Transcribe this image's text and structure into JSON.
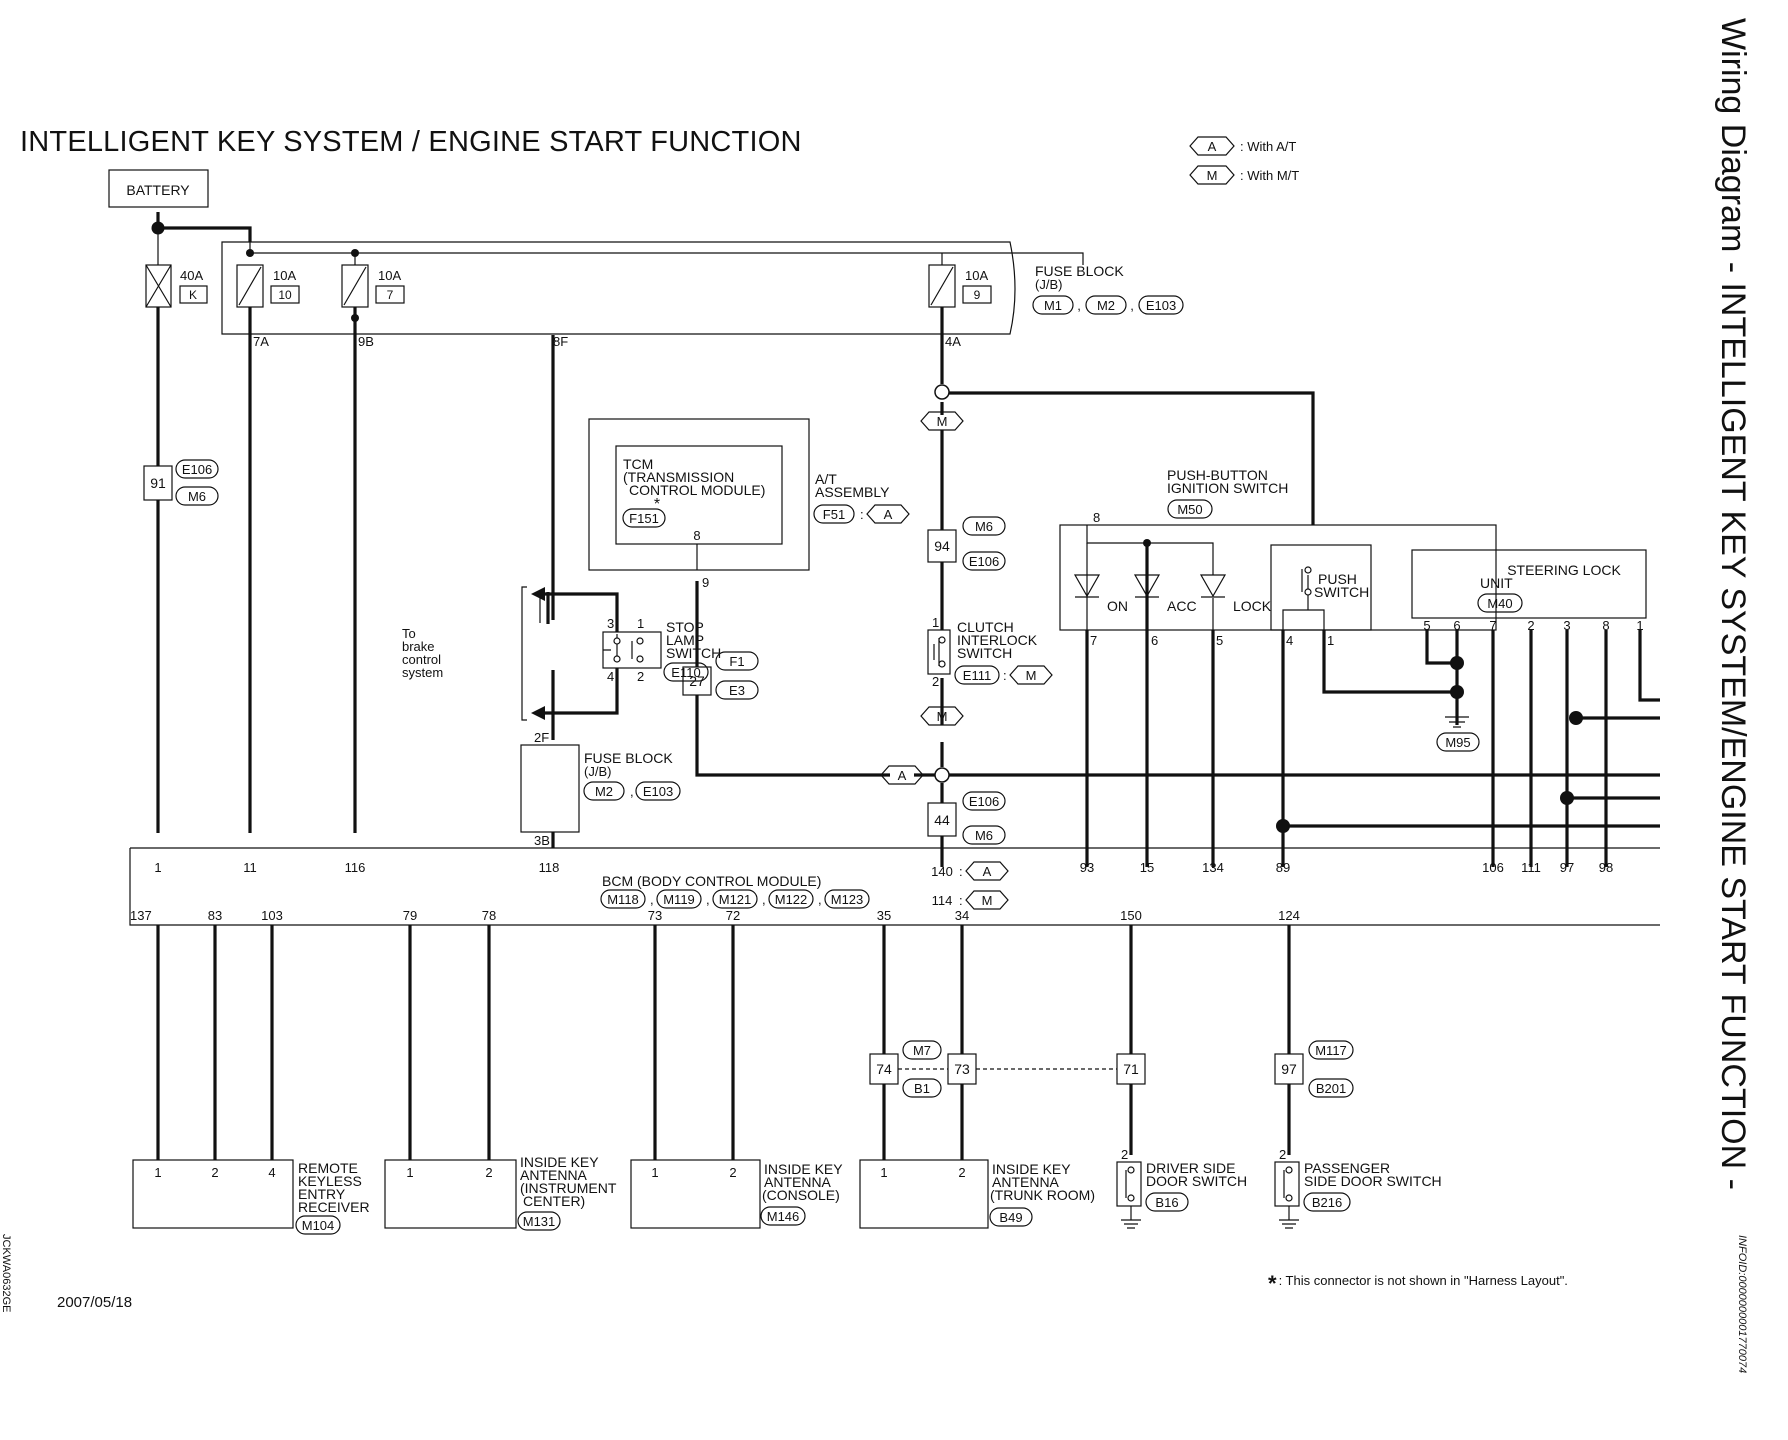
{
  "title": "INTELLIGENT KEY SYSTEM / ENGINE START FUNCTION",
  "side_title": "Wiring Diagram - INTELLIGENT KEY SYSTEM/ENGINE START FUNCTION -",
  "info_id": "INFOID:0000000001770074",
  "image_code": "JCKWA0632GE",
  "date": "2007/05/18",
  "footnote": ": This connector is not shown in \"Harness Layout\".",
  "footnote_symbol": "*",
  "legend": [
    {
      "tag": "A",
      "text": ": With A/T"
    },
    {
      "tag": "M",
      "text": ": With M/T"
    }
  ],
  "battery": "BATTERY",
  "fuses": [
    {
      "rating": "40A",
      "id": "K"
    },
    {
      "rating": "10A",
      "id": "10"
    },
    {
      "rating": "10A",
      "id": "7"
    },
    {
      "rating": "10A",
      "id": "9"
    }
  ],
  "fuse_block": {
    "label": "FUSE BLOCK",
    "sub": "(J/B)",
    "connectors": [
      "M1",
      "M2",
      "E103"
    ]
  },
  "fuse_block_terminals": [
    "7A",
    "9B",
    "8F",
    "4A"
  ],
  "fuse_block2": {
    "label": "FUSE BLOCK",
    "sub": "(J/B)",
    "connectors": [
      "M2",
      "E103"
    ],
    "pins": [
      "2F",
      "3B"
    ]
  },
  "inline_91": {
    "pin": "91",
    "connectors": [
      "E106",
      "M6"
    ]
  },
  "inline_94": {
    "pin": "94",
    "connectors": [
      "M6",
      "E106"
    ]
  },
  "inline_44": {
    "pin": "44",
    "connectors": [
      "E106",
      "M6"
    ]
  },
  "inline_27": {
    "pin": "27",
    "connectors": [
      "F1",
      "E3"
    ]
  },
  "tcm": {
    "lines": [
      "TCM",
      "(TRANSMISSION",
      "CONTROL MODULE)"
    ],
    "connector": "F151",
    "pin_top": "8",
    "pin_out": "9"
  },
  "at_assembly": {
    "lines": [
      "A/T",
      "ASSEMBLY"
    ],
    "connector": "F51",
    "tag": "A"
  },
  "stop_lamp": {
    "lines": [
      "STOP",
      "LAMP",
      "SWITCH"
    ],
    "connector": "E110",
    "pins": [
      "3",
      "1",
      "4",
      "2"
    ],
    "note": [
      "To",
      "brake",
      "control",
      "system"
    ]
  },
  "clutch": {
    "lines": [
      "CLUTCH",
      "INTERLOCK",
      "SWITCH"
    ],
    "connector": "E111",
    "tag": "M",
    "pins": [
      "1",
      "2"
    ]
  },
  "tags_center": [
    "M",
    "M",
    "A"
  ],
  "push_button": {
    "lines": [
      "PUSH-BUTTON",
      "IGNITION SWITCH"
    ],
    "connector": "M50",
    "pin_top": "8",
    "leds": [
      "ON",
      "ACC",
      "LOCK"
    ],
    "switch": [
      "PUSH",
      "SWITCH"
    ],
    "pins": [
      "7",
      "6",
      "5",
      "4",
      "1"
    ]
  },
  "steering_lock": {
    "lines": [
      "STEERING LOCK",
      "UNIT"
    ],
    "connector": "M40",
    "pins": [
      "5",
      "6",
      "7",
      "2",
      "3",
      "8",
      "1"
    ],
    "ground": "M95"
  },
  "bcm": {
    "label": "BCM (BODY CONTROL MODULE)",
    "connectors": [
      "M118",
      "M119",
      "M121",
      "M122",
      "M123"
    ],
    "top_pins": [
      "1",
      "11",
      "116",
      "118",
      "140",
      "93",
      "15",
      "134",
      "89",
      "106",
      "111",
      "97",
      "98"
    ],
    "pin_140_tag": "A",
    "pin_114": "114",
    "pin_114_tag": "M",
    "bottom_pins": [
      "137",
      "83",
      "103",
      "79",
      "78",
      "73",
      "72",
      "35",
      "34",
      "150",
      "124"
    ]
  },
  "inline_74_73": {
    "pins": [
      "74",
      "73"
    ],
    "connectors": [
      "M7",
      "B1"
    ]
  },
  "inline_71": {
    "pin": "71"
  },
  "inline_97": {
    "pin": "97",
    "connectors": [
      "M117",
      "B201"
    ]
  },
  "receiver": {
    "lines": [
      "REMOTE",
      "KEYLESS",
      "ENTRY",
      "RECEIVER"
    ],
    "connector": "M104",
    "pins": [
      "1",
      "2",
      "4"
    ]
  },
  "antenna_inst": {
    "lines": [
      "INSIDE KEY",
      "ANTENNA",
      "(INSTRUMENT",
      "CENTER)"
    ],
    "connector": "M131",
    "pins": [
      "1",
      "2"
    ]
  },
  "antenna_console": {
    "lines": [
      "INSIDE KEY",
      "ANTENNA",
      "(CONSOLE)"
    ],
    "connector": "M146",
    "pins": [
      "1",
      "2"
    ]
  },
  "antenna_trunk": {
    "lines": [
      "INSIDE KEY",
      "ANTENNA",
      "(TRUNK ROOM)"
    ],
    "connector": "B49",
    "pins": [
      "1",
      "2"
    ]
  },
  "driver_door": {
    "lines": [
      "DRIVER SIDE",
      "DOOR SWITCH"
    ],
    "connector": "B16",
    "pin": "2"
  },
  "passenger_door": {
    "lines": [
      "PASSENGER",
      "SIDE DOOR SWITCH"
    ],
    "connector": "B216",
    "pin": "2"
  }
}
